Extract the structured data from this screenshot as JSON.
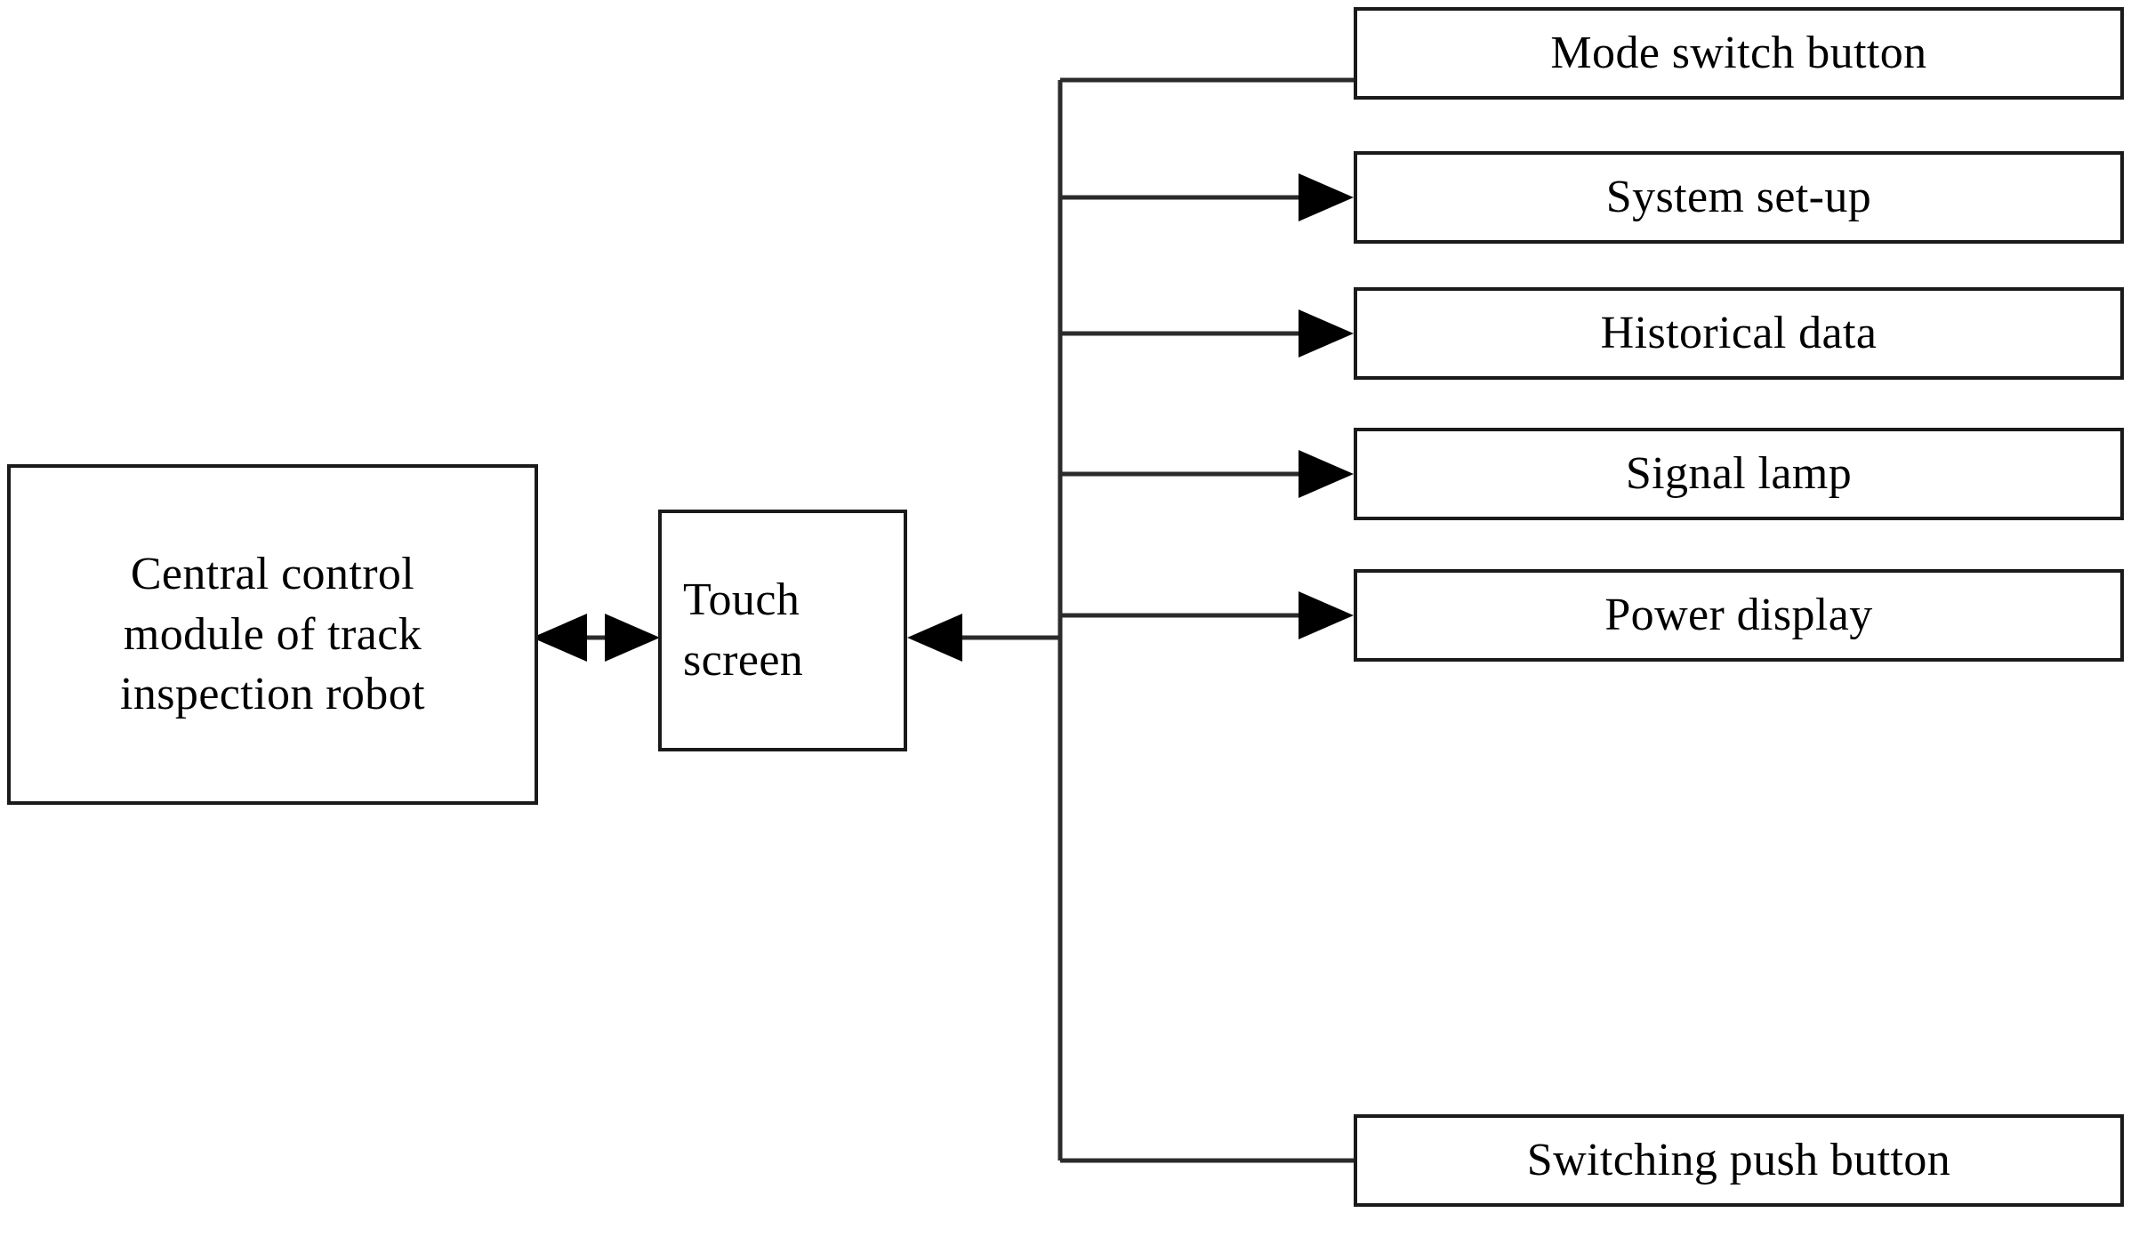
{
  "diagram": {
    "type": "block-diagram",
    "orientation": "left-to-right",
    "background_color": "#ffffff",
    "line_color": "#2b2b2b",
    "box_border_color": "#1a1a1a",
    "text_color": "#000000"
  },
  "nodes": {
    "central_control": {
      "label": "Central control\nmodule of  track\ninspection robot",
      "lines": [
        "Central control",
        "module of  track",
        "inspection robot"
      ]
    },
    "touch_screen": {
      "label": "Touch\nscreen",
      "lines": [
        "Touch",
        "screen"
      ]
    }
  },
  "functions": [
    {
      "label": "Mode switch button",
      "arrowhead": false
    },
    {
      "label": "System set-up",
      "arrowhead": true
    },
    {
      "label": "Historical data",
      "arrowhead": true
    },
    {
      "label": "Signal lamp",
      "arrowhead": true
    },
    {
      "label": "Power display",
      "arrowhead": true
    },
    {
      "label": "Switching push button",
      "arrowhead": false
    }
  ],
  "connections": [
    {
      "from": "central_control",
      "to": "touch_screen",
      "style": "double-arrow"
    },
    {
      "from": "function-bus",
      "to": "touch_screen",
      "style": "single-arrow-left"
    },
    {
      "from": "function-bus",
      "to": "Mode switch button",
      "style": "plain-line"
    },
    {
      "from": "function-bus",
      "to": "System set-up",
      "style": "single-arrow-right"
    },
    {
      "from": "function-bus",
      "to": "Historical data",
      "style": "single-arrow-right"
    },
    {
      "from": "function-bus",
      "to": "Signal lamp",
      "style": "single-arrow-right"
    },
    {
      "from": "function-bus",
      "to": "Power display",
      "style": "single-arrow-right"
    },
    {
      "from": "function-bus",
      "to": "Switching push button",
      "style": "plain-line"
    }
  ]
}
